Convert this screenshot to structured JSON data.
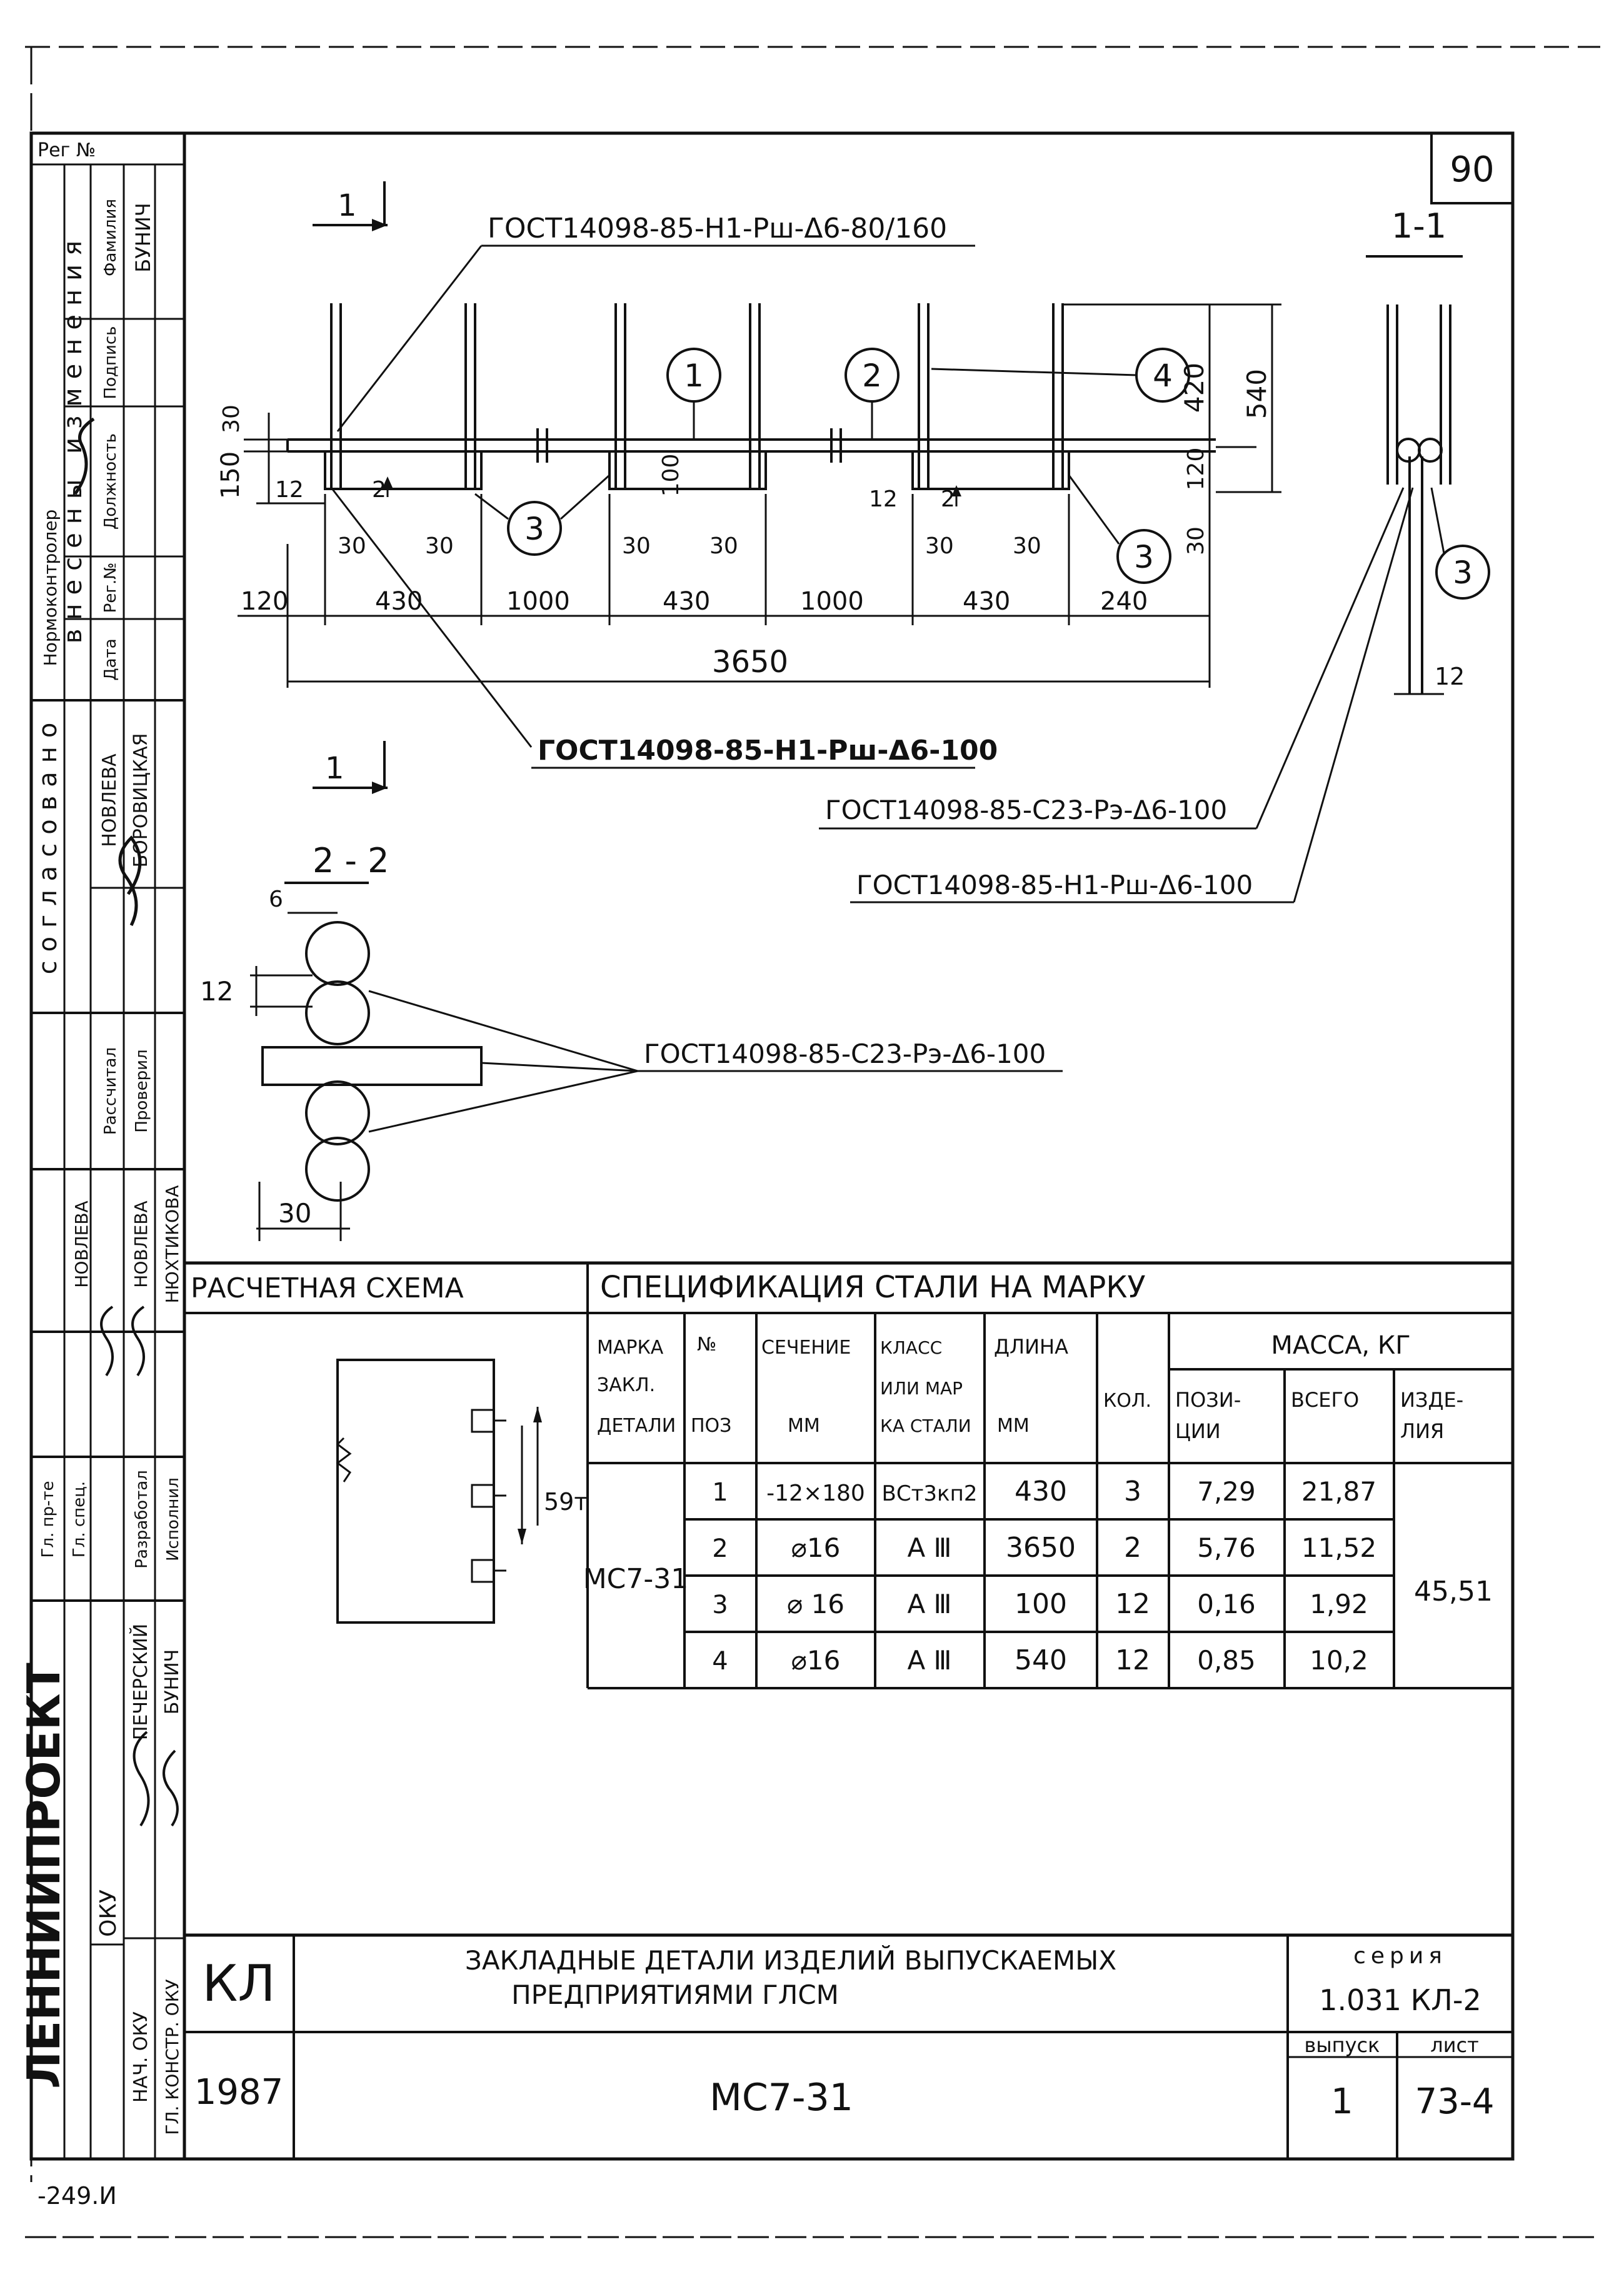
{
  "sheet_number": "90",
  "left_strip": {
    "reg_no": "Рег №",
    "changes_header": "внесены изменения",
    "change_cols": [
      "Нормоконтролер",
      "Дата",
      "Рег.№",
      "Должность",
      "Подпись",
      "Фамилия"
    ],
    "changes_name": "БУНИЧ",
    "approved_header": "согласовано",
    "approved_names": [
      "НОВЛЕВА",
      "БОРОВИЦКАЯ"
    ],
    "approval_roles": [
      "Рассчитал",
      "Проверил"
    ],
    "signer_names": [
      "НОВЛЕВА",
      "НОВЛЕВА",
      "НЮХТИКОВА"
    ],
    "roles": [
      "Гл. пр-те",
      "Гл. спец.",
      "Разработал",
      "Исполнил"
    ],
    "org": "ЛЕННИИПРОЕКТ",
    "org_dept": "ОКУ",
    "bottom_roles": [
      "НАЧ. ОКУ",
      "ГЛ. КОНСТР. ОКУ"
    ],
    "bottom_names": [
      "ПЕЧЕРСКИЙ",
      "БУНИЧ"
    ]
  },
  "drawing": {
    "marker_1": "1",
    "section_1_1": "1-1",
    "section_2_2": "2 - 2",
    "gost_top": "ГОСТ14098-85-Н1-Рш-Δ6-80/160",
    "gost_mid": "ГОСТ14098-85-Н1-Рш-Δ6-100",
    "gost_c23": "ГОСТ14098-85-С23-Рэ-Δ6-100",
    "gost_h1": "ГОСТ14098-85-Н1-Рш-Δ6-100",
    "gost_section": "ГОСТ14098-85-С23-Рэ-Δ6-100",
    "callouts": [
      "1",
      "2",
      "3",
      "4",
      "3",
      "3"
    ],
    "dims_bottom": [
      "120",
      "430",
      "1000",
      "430",
      "1000",
      "430",
      "240"
    ],
    "dims_overall": "3650",
    "dims_30": [
      "30",
      "30",
      "30",
      "30",
      "30",
      "30"
    ],
    "dims_right": [
      "420",
      "540",
      "120",
      "30"
    ],
    "dims_left": [
      "150",
      "30",
      "12",
      "2"
    ],
    "dims_small": [
      "12",
      "2",
      "100",
      "2",
      "12"
    ],
    "section_dim": "12",
    "section22_dims": [
      "6",
      "12",
      "30"
    ]
  },
  "scheme": {
    "title": "РАСЧЕТНАЯ СХЕМА",
    "load": "59т"
  },
  "spec": {
    "title": "СПЕЦИФИКАЦИЯ СТАЛИ НА МАРКУ",
    "headers": {
      "mark": [
        "МАРКА",
        "ЗАКЛ.",
        "ДЕТАЛИ"
      ],
      "pos": [
        "№",
        "ПОЗ"
      ],
      "section": [
        "СЕЧЕНИЕ",
        "ММ"
      ],
      "class": [
        "КЛАСС",
        "ИЛИ МАР",
        "КА СТАЛИ"
      ],
      "length": [
        "ДЛИНА",
        "ММ"
      ],
      "qty": "КОЛ.",
      "mass": "МАССА, КГ",
      "mass_pos": [
        "ПОЗИ-",
        "ЦИИ"
      ],
      "mass_total": "ВСЕГО",
      "mass_item": [
        "ИЗДЕ-",
        "ЛИЯ"
      ]
    },
    "mark": "МС7-31",
    "item_mass": "45,51",
    "rows": [
      {
        "pos": "1",
        "section": "-12×180",
        "class": "ВСт3кп2",
        "length": "430",
        "qty": "3",
        "mass": "7,29",
        "total": "21,87"
      },
      {
        "pos": "2",
        "section": "⌀16",
        "class": "А Ⅲ",
        "length": "3650",
        "qty": "2",
        "mass": "5,76",
        "total": "11,52"
      },
      {
        "pos": "3",
        "section": "⌀ 16",
        "class": "А Ⅲ",
        "length": "100",
        "qty": "12",
        "mass": "0,16",
        "total": "1,92"
      },
      {
        "pos": "4",
        "section": "⌀16",
        "class": "А Ⅲ",
        "length": "540",
        "qty": "12",
        "mass": "0,85",
        "total": "10,2"
      }
    ]
  },
  "title_block": {
    "code": "КЛ",
    "title_line1": "ЗАКЛАДНЫЕ ДЕТАЛИ ИЗДЕЛИЙ ВЫПУСКАЕМЫХ",
    "title_line2": "ПРЕДПРИЯТИЯМИ ГЛСМ",
    "series_label": "серия",
    "series_value": "1.031 КЛ-2",
    "year": "1987",
    "mark": "МС7-31",
    "issue_label": "выпуск",
    "sheet_label": "лист",
    "issue_value": "1",
    "sheet_value": "73-4"
  },
  "footer_code": "-249.И"
}
